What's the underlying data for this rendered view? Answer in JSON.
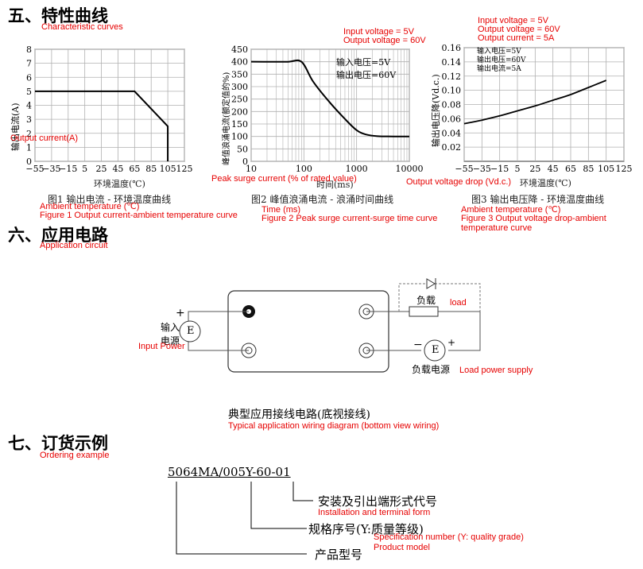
{
  "section5": {
    "title": "五、特性曲线",
    "subtitle": "Characteristic curves"
  },
  "section6": {
    "title": "六、应用电路",
    "subtitle": "Application circuit"
  },
  "section7": {
    "title": "七、订货示例",
    "subtitle": "Ordering example"
  },
  "colors": {
    "accent_red": "#e60000",
    "grid": "#b0b0b0",
    "curve": "#000000"
  },
  "fig1": {
    "ylabel": "输出电流(A)",
    "ylabel_en": "Output current(A)",
    "xlabel": "环境温度(℃)",
    "xlabel_en": "Ambient temperature (℃)",
    "caption": "图1 输出电流 - 环境温度曲线",
    "caption_en": "Figure 1 Output current-ambient temperature curve"
  },
  "fig2": {
    "ylabel": "峰值浪涌电流(额定值的%)",
    "ylabel_en": "Peak surge current (% of rated value)",
    "xlabel": "时间(ms)",
    "xlabel_en": "Time (ms)",
    "legend1": "输入电压=5V",
    "legend2": "输出电压=60V",
    "legend1_en": "Input voltage = 5V",
    "legend2_en": "Output voltage = 60V",
    "caption": "图2 峰值浪涌电流 - 浪涌时间曲线",
    "caption_en": "Figure 2 Peak surge current-surge time curve"
  },
  "fig3": {
    "ylabel": "输出电压降(Vd.c.)",
    "ylabel_en": "Output voltage drop (Vd.c.)",
    "xlabel": "环境温度(℃)",
    "xlabel_en": "Ambient temperature (℃)",
    "legend1": "输入电压=5V",
    "legend2": "输出电压=60V",
    "legend3": "输出电流=5A",
    "legend1_en": "Input voltage = 5V",
    "legend2_en": "Output voltage = 60V",
    "legend3_en": "Output current = 5A",
    "caption": "图3 输出电压降 - 环境温度曲线",
    "caption_en": "Figure 3 Output voltage drop-ambient temperature curve"
  },
  "chart_data": [
    {
      "type": "line",
      "x": [
        -55,
        65,
        105,
        105
      ],
      "series": [
        {
          "values": [
            5,
            5,
            2.5,
            0
          ]
        }
      ],
      "xticks": [
        -55,
        -35,
        -15,
        5,
        25,
        45,
        65,
        85,
        105,
        125
      ],
      "yticks": [
        0,
        1,
        2,
        3,
        4,
        5,
        6,
        7,
        8
      ],
      "xlim": [
        -55,
        125
      ],
      "ylim": [
        0,
        8
      ],
      "grid": true
    },
    {
      "type": "line",
      "x": [
        10,
        20,
        50,
        90,
        150,
        300,
        600,
        1000,
        1500,
        2500,
        5000,
        10000
      ],
      "series": [
        {
          "values": [
            400,
            400,
            400,
            400,
            320,
            240,
            170,
            125,
            108,
            101,
            100,
            100
          ]
        }
      ],
      "xticks": [
        10,
        100,
        1000,
        10000
      ],
      "xtick_labels": [
        "10",
        "100",
        "1000",
        "10000"
      ],
      "yticks": [
        0,
        50,
        100,
        150,
        200,
        250,
        300,
        350,
        400,
        450
      ],
      "xlim": [
        10,
        10000
      ],
      "ylim": [
        0,
        450
      ],
      "xscale": "log",
      "grid": true
    },
    {
      "type": "line",
      "x": [
        -55,
        -35,
        -15,
        5,
        25,
        45,
        65,
        85,
        105
      ],
      "series": [
        {
          "values": [
            0.053,
            0.058,
            0.064,
            0.071,
            0.078,
            0.086,
            0.094,
            0.104,
            0.114
          ]
        }
      ],
      "xticks": [
        -55,
        -35,
        -15,
        5,
        25,
        45,
        65,
        85,
        105,
        125
      ],
      "yticks": [
        0.02,
        0.04,
        0.06,
        0.08,
        0.1,
        0.12,
        0.14,
        0.16
      ],
      "ytick_labels": [
        "0.02",
        "0.04",
        "0.06",
        "0.08",
        "0.10",
        "0.12",
        "0.14",
        "0.16"
      ],
      "xlim": [
        -55,
        125
      ],
      "ylim": [
        0,
        0.16
      ],
      "grid": true
    }
  ],
  "circuit": {
    "plus_left": "+",
    "input_label_1": "输入",
    "input_label_2": "电源",
    "input_power_en": "Input Power",
    "source_symbol": "E",
    "load_label": "负载",
    "load_en": "load",
    "load_supply_label": "负载电源",
    "load_supply_en": "Load power supply",
    "minus": "−",
    "plus_right": "+",
    "caption": "典型应用接线电路(底视接线)",
    "caption_en": "Typical application wiring diagram (bottom view wiring)"
  },
  "ordering": {
    "model": "5064MA/005Y-60-01",
    "item1": "安装及引出端形式代号",
    "item1_en": "Installation and terminal form",
    "item2": "规格序号(Y:质量等级)",
    "item2_en": "Specification number (Y: quality grade)",
    "item3": "产品型号",
    "item3_en": "Product model"
  }
}
